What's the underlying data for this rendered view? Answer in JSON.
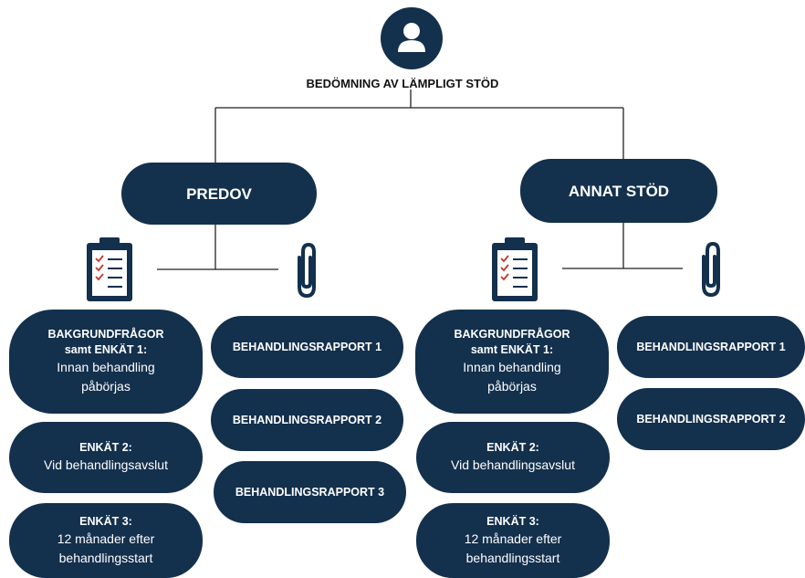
{
  "title": "BEDÖMNING AV LÄMPLIGT STÖD",
  "branches": [
    {
      "label": "PREDOV",
      "surveys": [
        {
          "bold1": "BAKGRUNDFRÅGOR",
          "bold2": "samt ENKÄT 1:",
          "line1": "Innan behandling",
          "line2": "påbörjas"
        },
        {
          "bold1": "ENKÄT 2:",
          "line1": "Vid behandlingsavslut"
        },
        {
          "bold1": "ENKÄT 3:",
          "line1": "12 månader efter",
          "line2": "behandlingsstart"
        }
      ],
      "reports": [
        "BEHANDLINGSRAPPORT 1",
        "BEHANDLINGSRAPPORT 2",
        "BEHANDLINGSRAPPORT 3"
      ]
    },
    {
      "label": "ANNAT STÖD",
      "surveys": [
        {
          "bold1": "BAKGRUNDFRÅGOR",
          "bold2": "samt ENKÄT 1:",
          "line1": "Innan behandling",
          "line2": "påbörjas"
        },
        {
          "bold1": "ENKÄT 2:",
          "line1": "Vid behandlingsavslut"
        },
        {
          "bold1": "ENKÄT 3:",
          "line1": "12 månader efter",
          "line2": "behandlingsstart"
        }
      ],
      "reports": [
        "BEHANDLINGSRAPPORT 1",
        "BEHANDLINGSRAPPORT 2"
      ]
    }
  ],
  "colors": {
    "pill": "#13304d",
    "line": "#222222",
    "clip": "#13304d",
    "check": "#c0392b"
  },
  "icons": [
    "person-icon",
    "clipboard-icon",
    "paperclip-icon"
  ]
}
